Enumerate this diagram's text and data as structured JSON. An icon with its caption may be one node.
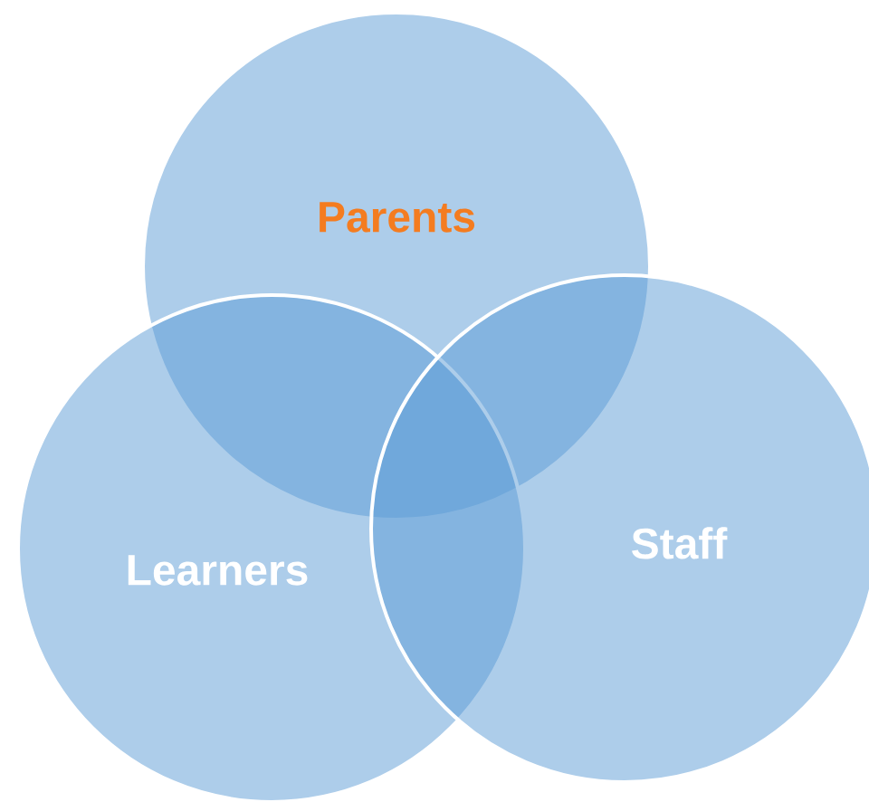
{
  "diagram": {
    "nodes": [
      {
        "text": [
          "Parents"
        ]
      },
      {
        "text": [
          "Learners"
        ]
      },
      {
        "text": [
          "Staff"
        ]
      }
    ]
  }
}
